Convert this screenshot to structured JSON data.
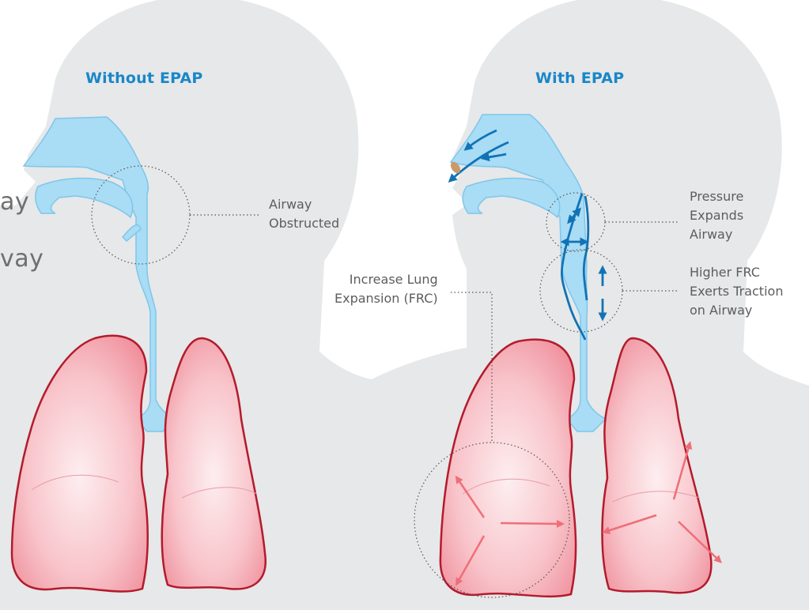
{
  "panels": {
    "left": {
      "title": "Without EPAP"
    },
    "right": {
      "title": "With EPAP"
    }
  },
  "callouts": {
    "airway_obstructed": "Airway\nObstructed",
    "pressure_expands": "Pressure\nExpands\nAirway",
    "higher_frc": "Higher FRC\nExerts Traction\non Airway",
    "increase_lung": "Increase Lung\nExpansion (FRC)"
  },
  "partial_text": {
    "line1": "ay",
    "line2": "vay"
  },
  "colors": {
    "silhouette": "#e6e8e9",
    "airway_fill": "#a9dcf5",
    "airway_stroke": "#7fc6ea",
    "lung_fill": "#f7b5bd",
    "lung_stroke": "#b31b2c",
    "title_blue": "#1a86c8",
    "arrow_blue": "#1173b5",
    "arrow_red": "#ef6e78",
    "mask": "#c99a6a"
  }
}
